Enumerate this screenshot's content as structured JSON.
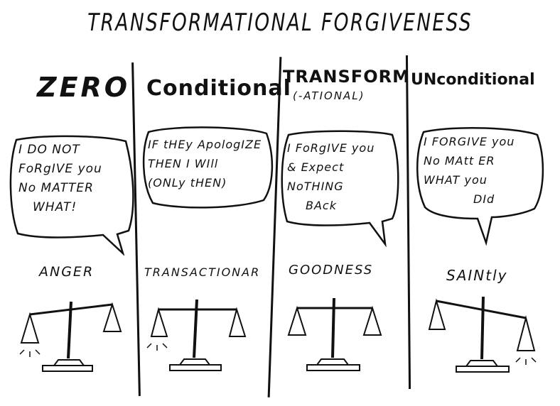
{
  "title": "TRANSFORMATIONAL FORGIVENESS",
  "columns": [
    {
      "heading": "ZERO",
      "subheading": "",
      "bubble_lines": [
        "I DO NOT",
        "FoRgIVE you",
        "No MATTER",
        "WHAT!"
      ],
      "label": "ANGER",
      "scale_tilt": "right-up"
    },
    {
      "heading": "Conditional",
      "subheading": "",
      "bubble_lines": [
        "IF tHEy ApologIZE",
        "THEN I WIll",
        "(ONLy tHEN)"
      ],
      "label": "TRANSACTIONAR",
      "scale_tilt": "level"
    },
    {
      "heading": "TRANSFORM",
      "subheading": "(-ATIONAL)",
      "bubble_lines": [
        "I FoRgIVE you",
        "& Expect",
        "NoTHING",
        "BAck"
      ],
      "label": "GOODNESS",
      "scale_tilt": "level"
    },
    {
      "heading": "UNconditional",
      "subheading": "",
      "bubble_lines": [
        "I FORGIVE you",
        "No MAtt ER",
        "WHAT you",
        "DId"
      ],
      "label": "SAINtly",
      "scale_tilt": "left-up"
    }
  ]
}
